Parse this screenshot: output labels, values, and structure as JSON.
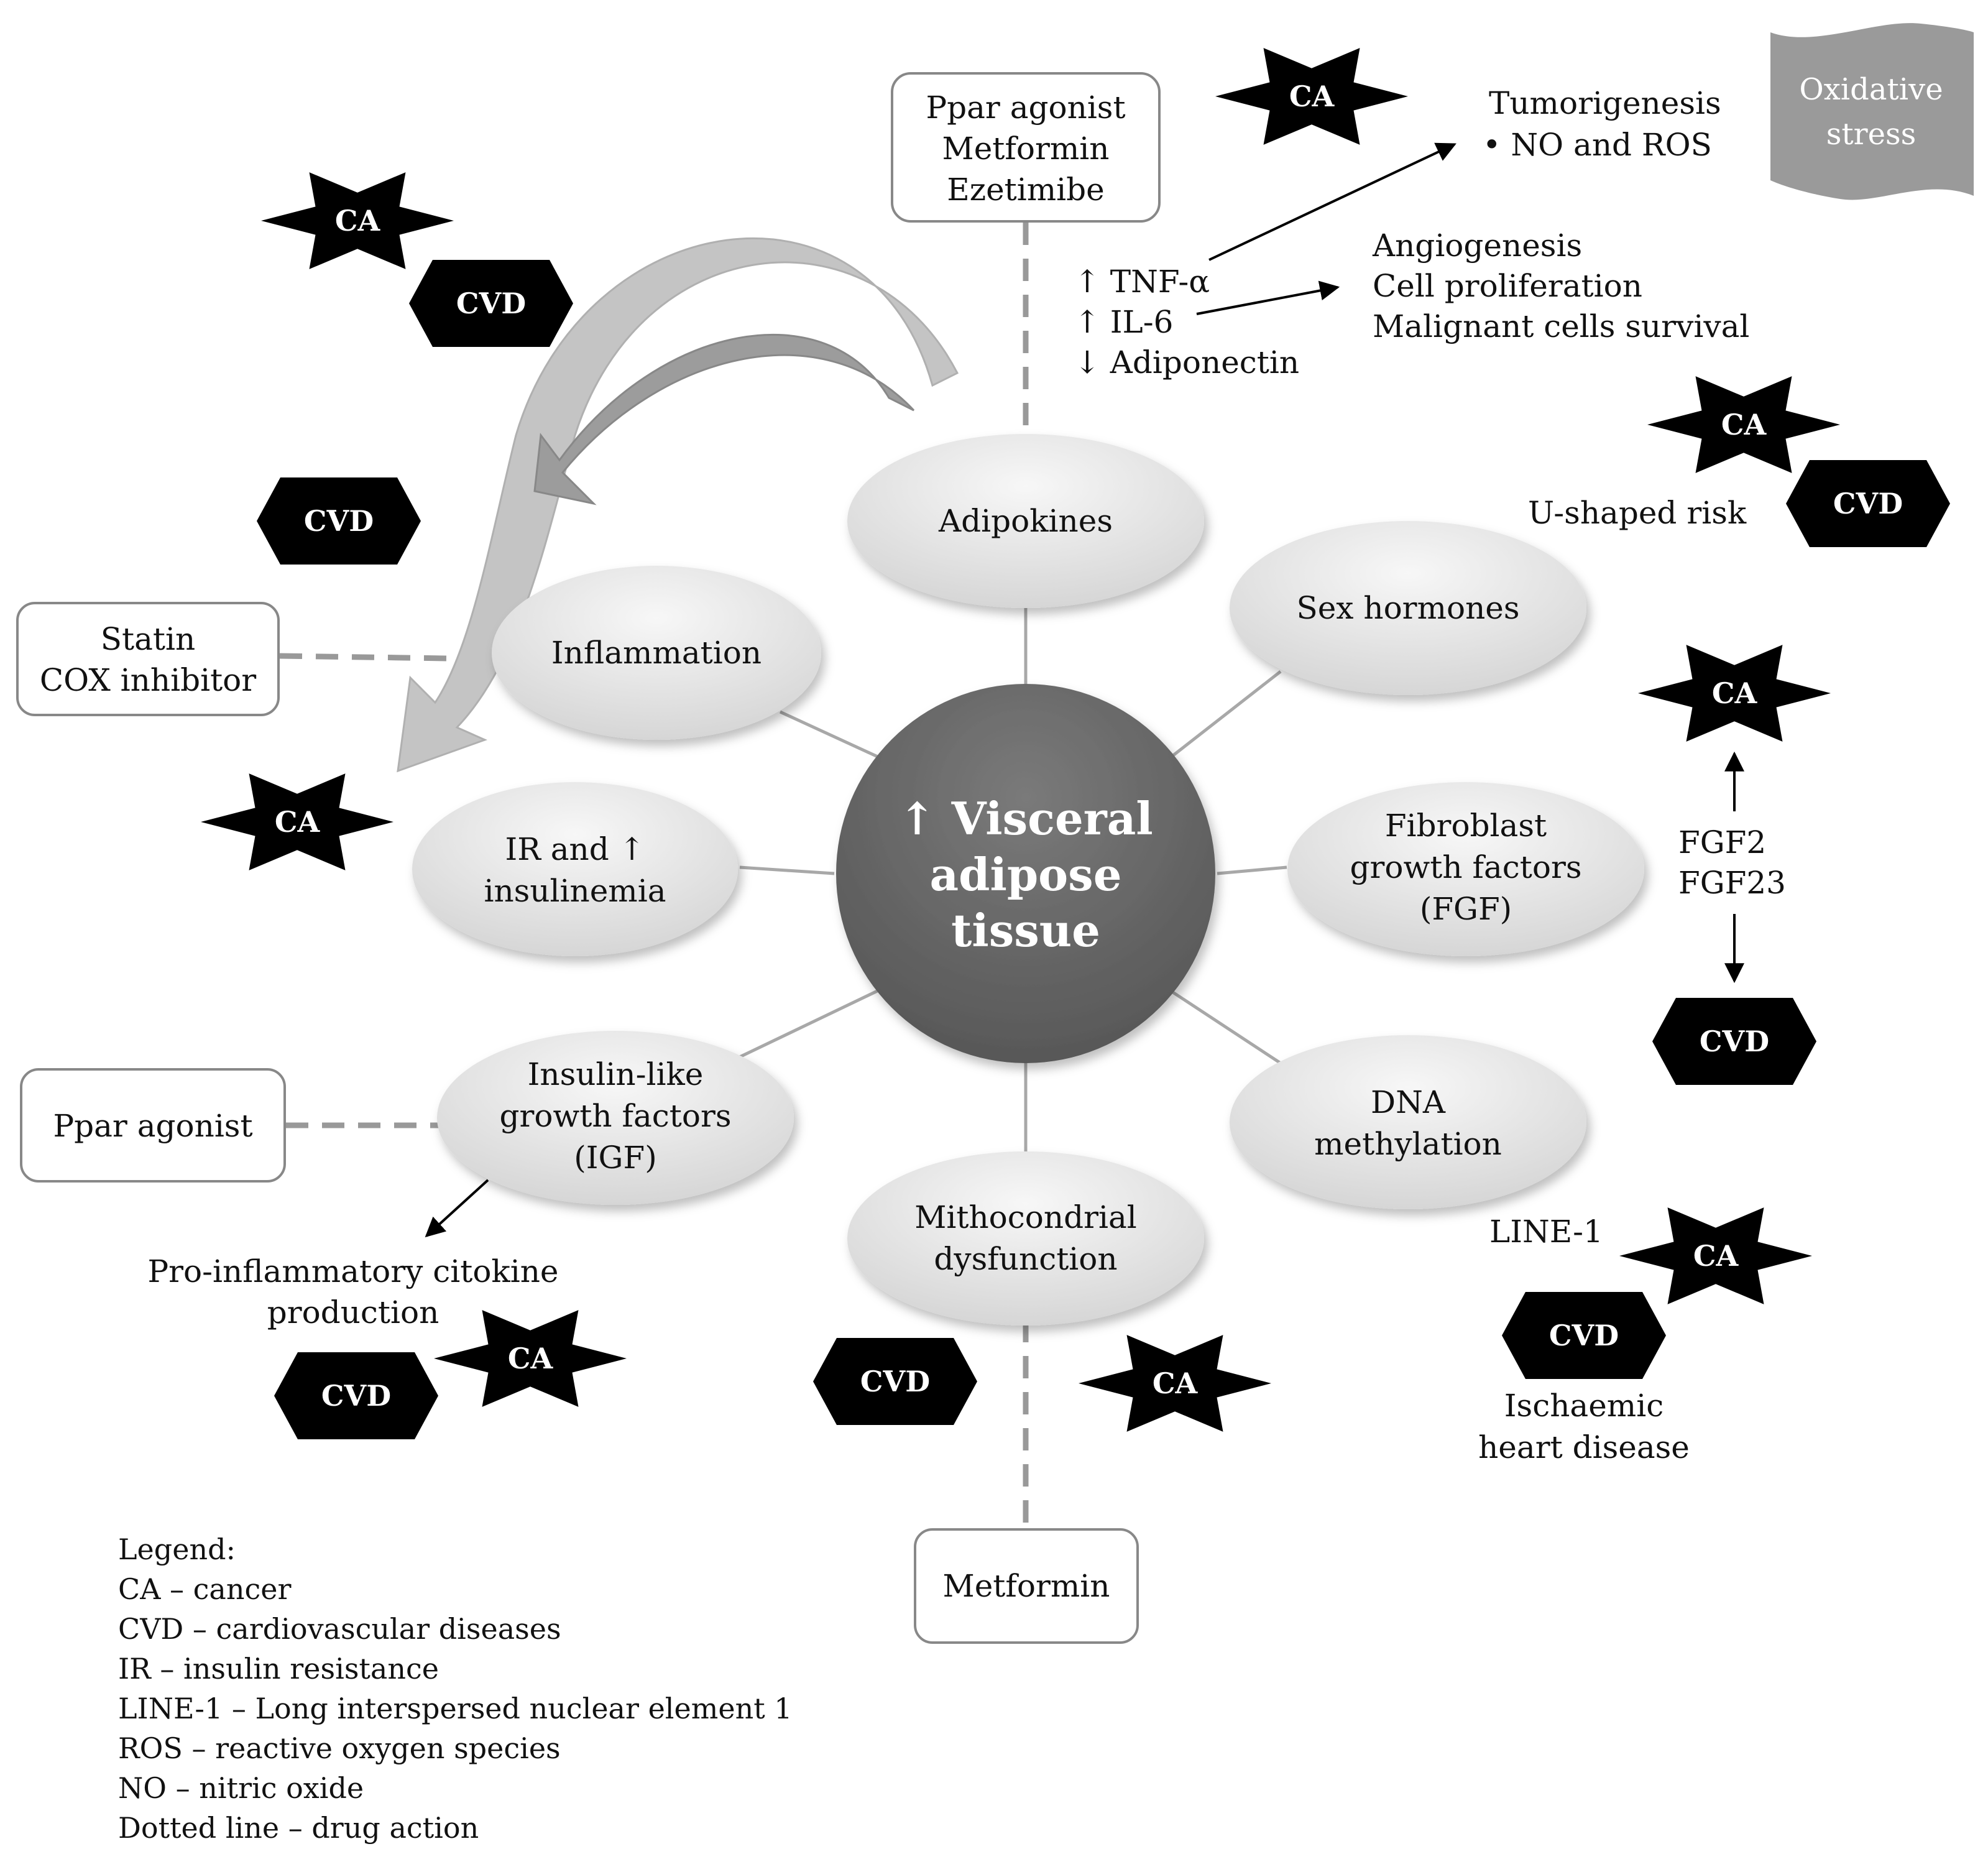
{
  "center": {
    "line1": "↑ Visceral",
    "line2": "adipose",
    "line3": "tissue"
  },
  "nodes": {
    "adipokines": "Adipokines",
    "sex_hormones": "Sex hormones",
    "fgf": [
      "Fibroblast",
      "growth factors",
      "(FGF)"
    ],
    "dna": [
      "DNA",
      "methylation"
    ],
    "mito": [
      "Mithocondrial",
      "dysfunction"
    ],
    "igf": [
      "Insulin-like",
      "growth factors",
      "(IGF)"
    ],
    "ir": [
      "IR and ↑",
      "insulinemia"
    ],
    "inflammation": "Inflammation"
  },
  "drugs": {
    "top": [
      "Ppar agonist",
      "Metformin",
      "Ezetimibe"
    ],
    "left": [
      "Statin",
      "COX inhibitor"
    ],
    "igf": "Ppar agonist",
    "bottom": "Metformin"
  },
  "annotations": {
    "adipokine_changes": [
      "↑ TNF-α",
      "↑ IL-6",
      "↓ Adiponectin"
    ],
    "tumorigenesis": "Tumorigenesis",
    "no_ros": "•   NO and ROS",
    "angiogenesis": [
      "Angiogenesis",
      "Cell proliferation",
      "Malignant cells survival"
    ],
    "u_shaped": "U-shaped risk",
    "fgf2": "FGF2",
    "fgf23": "FGF23",
    "line1": "LINE-1",
    "ischaemic": [
      "Ischaemic",
      "heart disease"
    ],
    "pro_inflammatory": [
      "Pro-inflammatory citokine",
      "production"
    ]
  },
  "oxidative_stress": [
    "Oxidative",
    "stress"
  ],
  "badges": {
    "ca": "CA",
    "cvd": "CVD"
  },
  "legend": {
    "title": "Legend:",
    "items": [
      "CA – cancer",
      "CVD – cardiovascular diseases",
      "IR – insulin resistance",
      "LINE-1 – Long interspersed nuclear element 1",
      "ROS – reactive oxygen species",
      "NO – nitric oxide",
      "Dotted line – drug action"
    ]
  },
  "colors": {
    "center": "#6b6b6b",
    "node_fill": "#e2e2e2",
    "badge": "#000000",
    "oxidative": "#9a9a9a",
    "connector": "#a8a8a8",
    "drug_line": "#999999"
  }
}
